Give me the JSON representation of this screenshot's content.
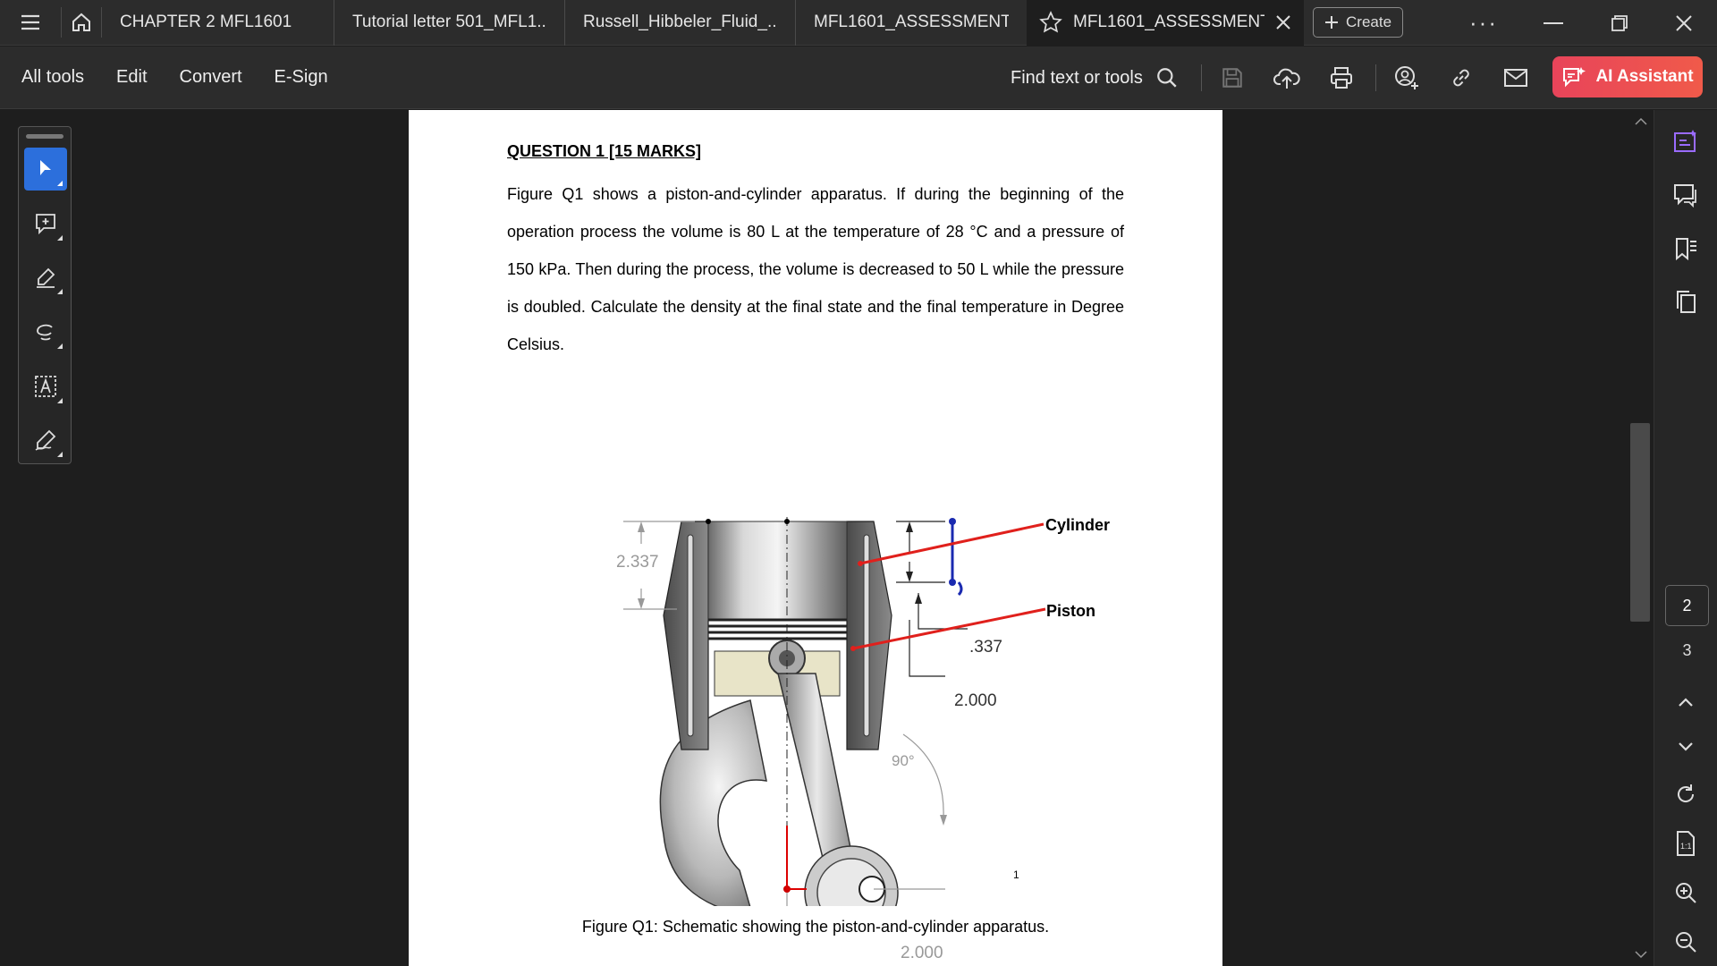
{
  "tabs": [
    {
      "label": "CHAPTER 2 MFL1601"
    },
    {
      "label": "Tutorial letter 501_MFL1..."
    },
    {
      "label": "Russell_Hibbeler_Fluid_..."
    },
    {
      "label": "MFL1601_ASSESSMENT..."
    },
    {
      "label": "MFL1601_ASSESSMENT..."
    }
  ],
  "create_label": "Create",
  "menu": [
    "All tools",
    "Edit",
    "Convert",
    "E-Sign"
  ],
  "find_label": "Find text or tools",
  "ai_label": "AI Assistant",
  "doc": {
    "question_title": "QUESTION 1 [15 MARKS]",
    "paragraph": "Figure Q1 shows a piston-and-cylinder apparatus. If during the beginning of the operation process the volume is 80 L at the temperature of 28 °C and a pressure of 150 kPa. Then during the process, the volume is decreased to 50 L while the pressure is doubled. Calculate the density at the final state and the final temperature in Degree Celsius.",
    "figure": {
      "label_cylinder": "Cylinder",
      "label_piston": "Piston",
      "dim_2337": "2.337",
      "dim_337": ".337",
      "dim_2000_top": "2.000",
      "dim_90": "90°",
      "dim_2000_bottom": "2.000",
      "page_marker": "1"
    },
    "caption": "Figure Q1: Schematic showing the piston-and-cylinder apparatus."
  },
  "page_nav": {
    "current": "2",
    "next": "3"
  },
  "colors": {
    "accent": "#2c6fdc",
    "ai_button": "#ec4a55",
    "annotation_red": "#e0201c"
  }
}
